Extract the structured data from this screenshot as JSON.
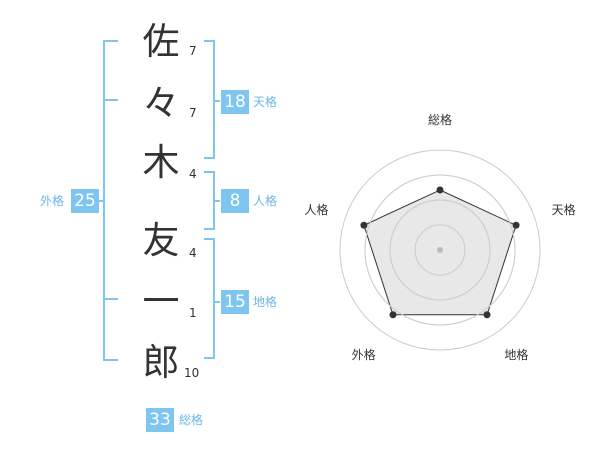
{
  "name": {
    "chars": [
      {
        "char": "佐",
        "strokes": "7"
      },
      {
        "char": "々",
        "strokes": "7"
      },
      {
        "char": "木",
        "strokes": "4"
      },
      {
        "char": "友",
        "strokes": "4"
      },
      {
        "char": "一",
        "strokes": "1"
      },
      {
        "char": "郎",
        "strokes": "10"
      }
    ]
  },
  "fortunes": {
    "tenkaku": {
      "value": "18",
      "label": "天格"
    },
    "jinkaku": {
      "value": "8",
      "label": "人格"
    },
    "chikaku": {
      "value": "15",
      "label": "地格"
    },
    "gaikaku": {
      "value": "25",
      "label": "外格"
    },
    "soukaku": {
      "value": "33",
      "label": "総格"
    }
  },
  "chart_data": {
    "type": "radar",
    "categories": [
      "総格",
      "天格",
      "地格",
      "外格",
      "人格"
    ],
    "values": [
      3,
      4,
      4,
      4,
      4
    ],
    "rmax": 5,
    "grid_levels": 4
  },
  "colors": {
    "accent": "#7ec6f0",
    "accent_text": "#6ab6e8",
    "bracket": "#7ec6f0",
    "text": "#333333"
  }
}
